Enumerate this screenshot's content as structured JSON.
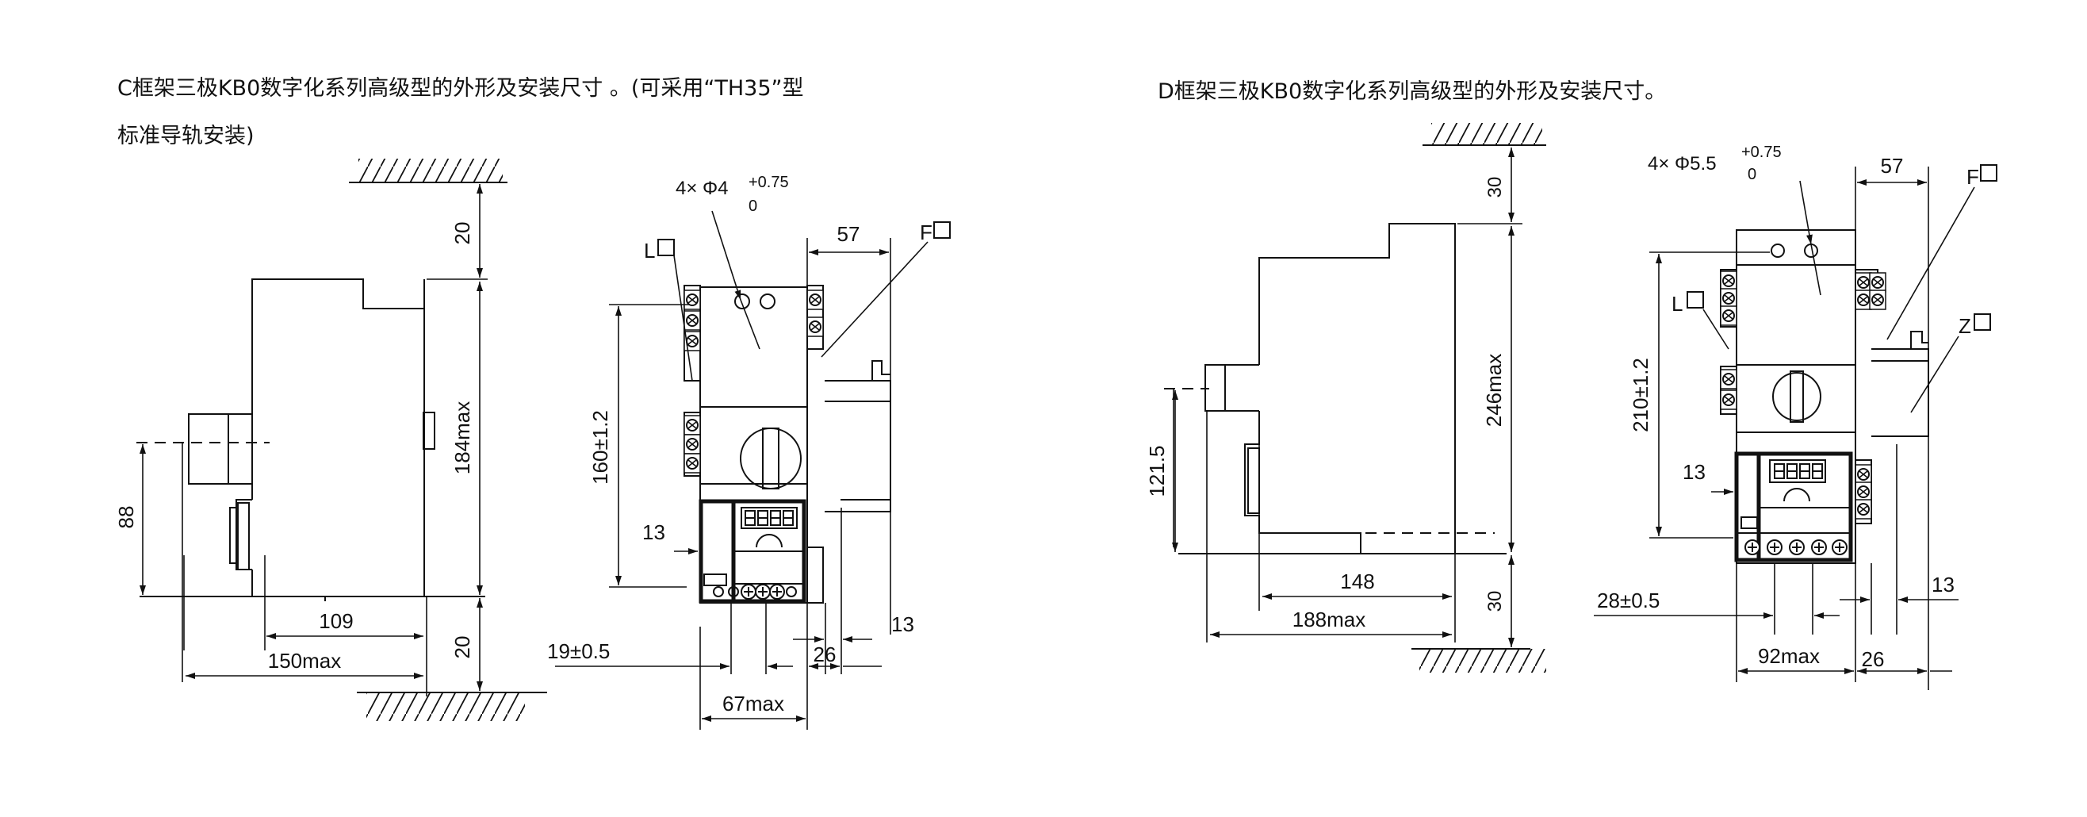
{
  "captions": {
    "c_frame_line1": "C框架三极KB0数字化系列高级型的外形及安装尺寸 。(可采用“TH35”型",
    "c_frame_line2": "标准导轨安装)",
    "d_frame": "D框架三极KB0数字化系列高级型的外形及安装尺寸。"
  },
  "c_side": {
    "top_gap": "20",
    "height": "184max",
    "button_height": "88",
    "rail_width": "109",
    "width": "150max",
    "bottom_gap": "20"
  },
  "c_front": {
    "holes": "4× Φ4",
    "tol_upper": "+0.75",
    "tol_lower": "0",
    "label_l": "L",
    "label_f": "F",
    "side_depth": "57",
    "hole_pitch": "160±1.2",
    "offset_left": "13",
    "offset_bottom": "19±0.5",
    "width": "67max",
    "module": "26",
    "right_offset": "13"
  },
  "d_side": {
    "top_gap": "30",
    "height": "246max",
    "button_height": "121.5",
    "rail_width": "148",
    "width": "188max",
    "bottom_gap": "30"
  },
  "d_front": {
    "holes": "4× Φ5.5",
    "tol_upper": "+0.75",
    "tol_lower": "0",
    "side_depth": "57",
    "label_f": "F",
    "label_l": "L",
    "label_z": "Z",
    "hole_pitch": "210±1.2",
    "offset_left": "13",
    "offset_bottom": "28±0.5",
    "right_offset": "13",
    "width": "92max",
    "module": "26"
  }
}
